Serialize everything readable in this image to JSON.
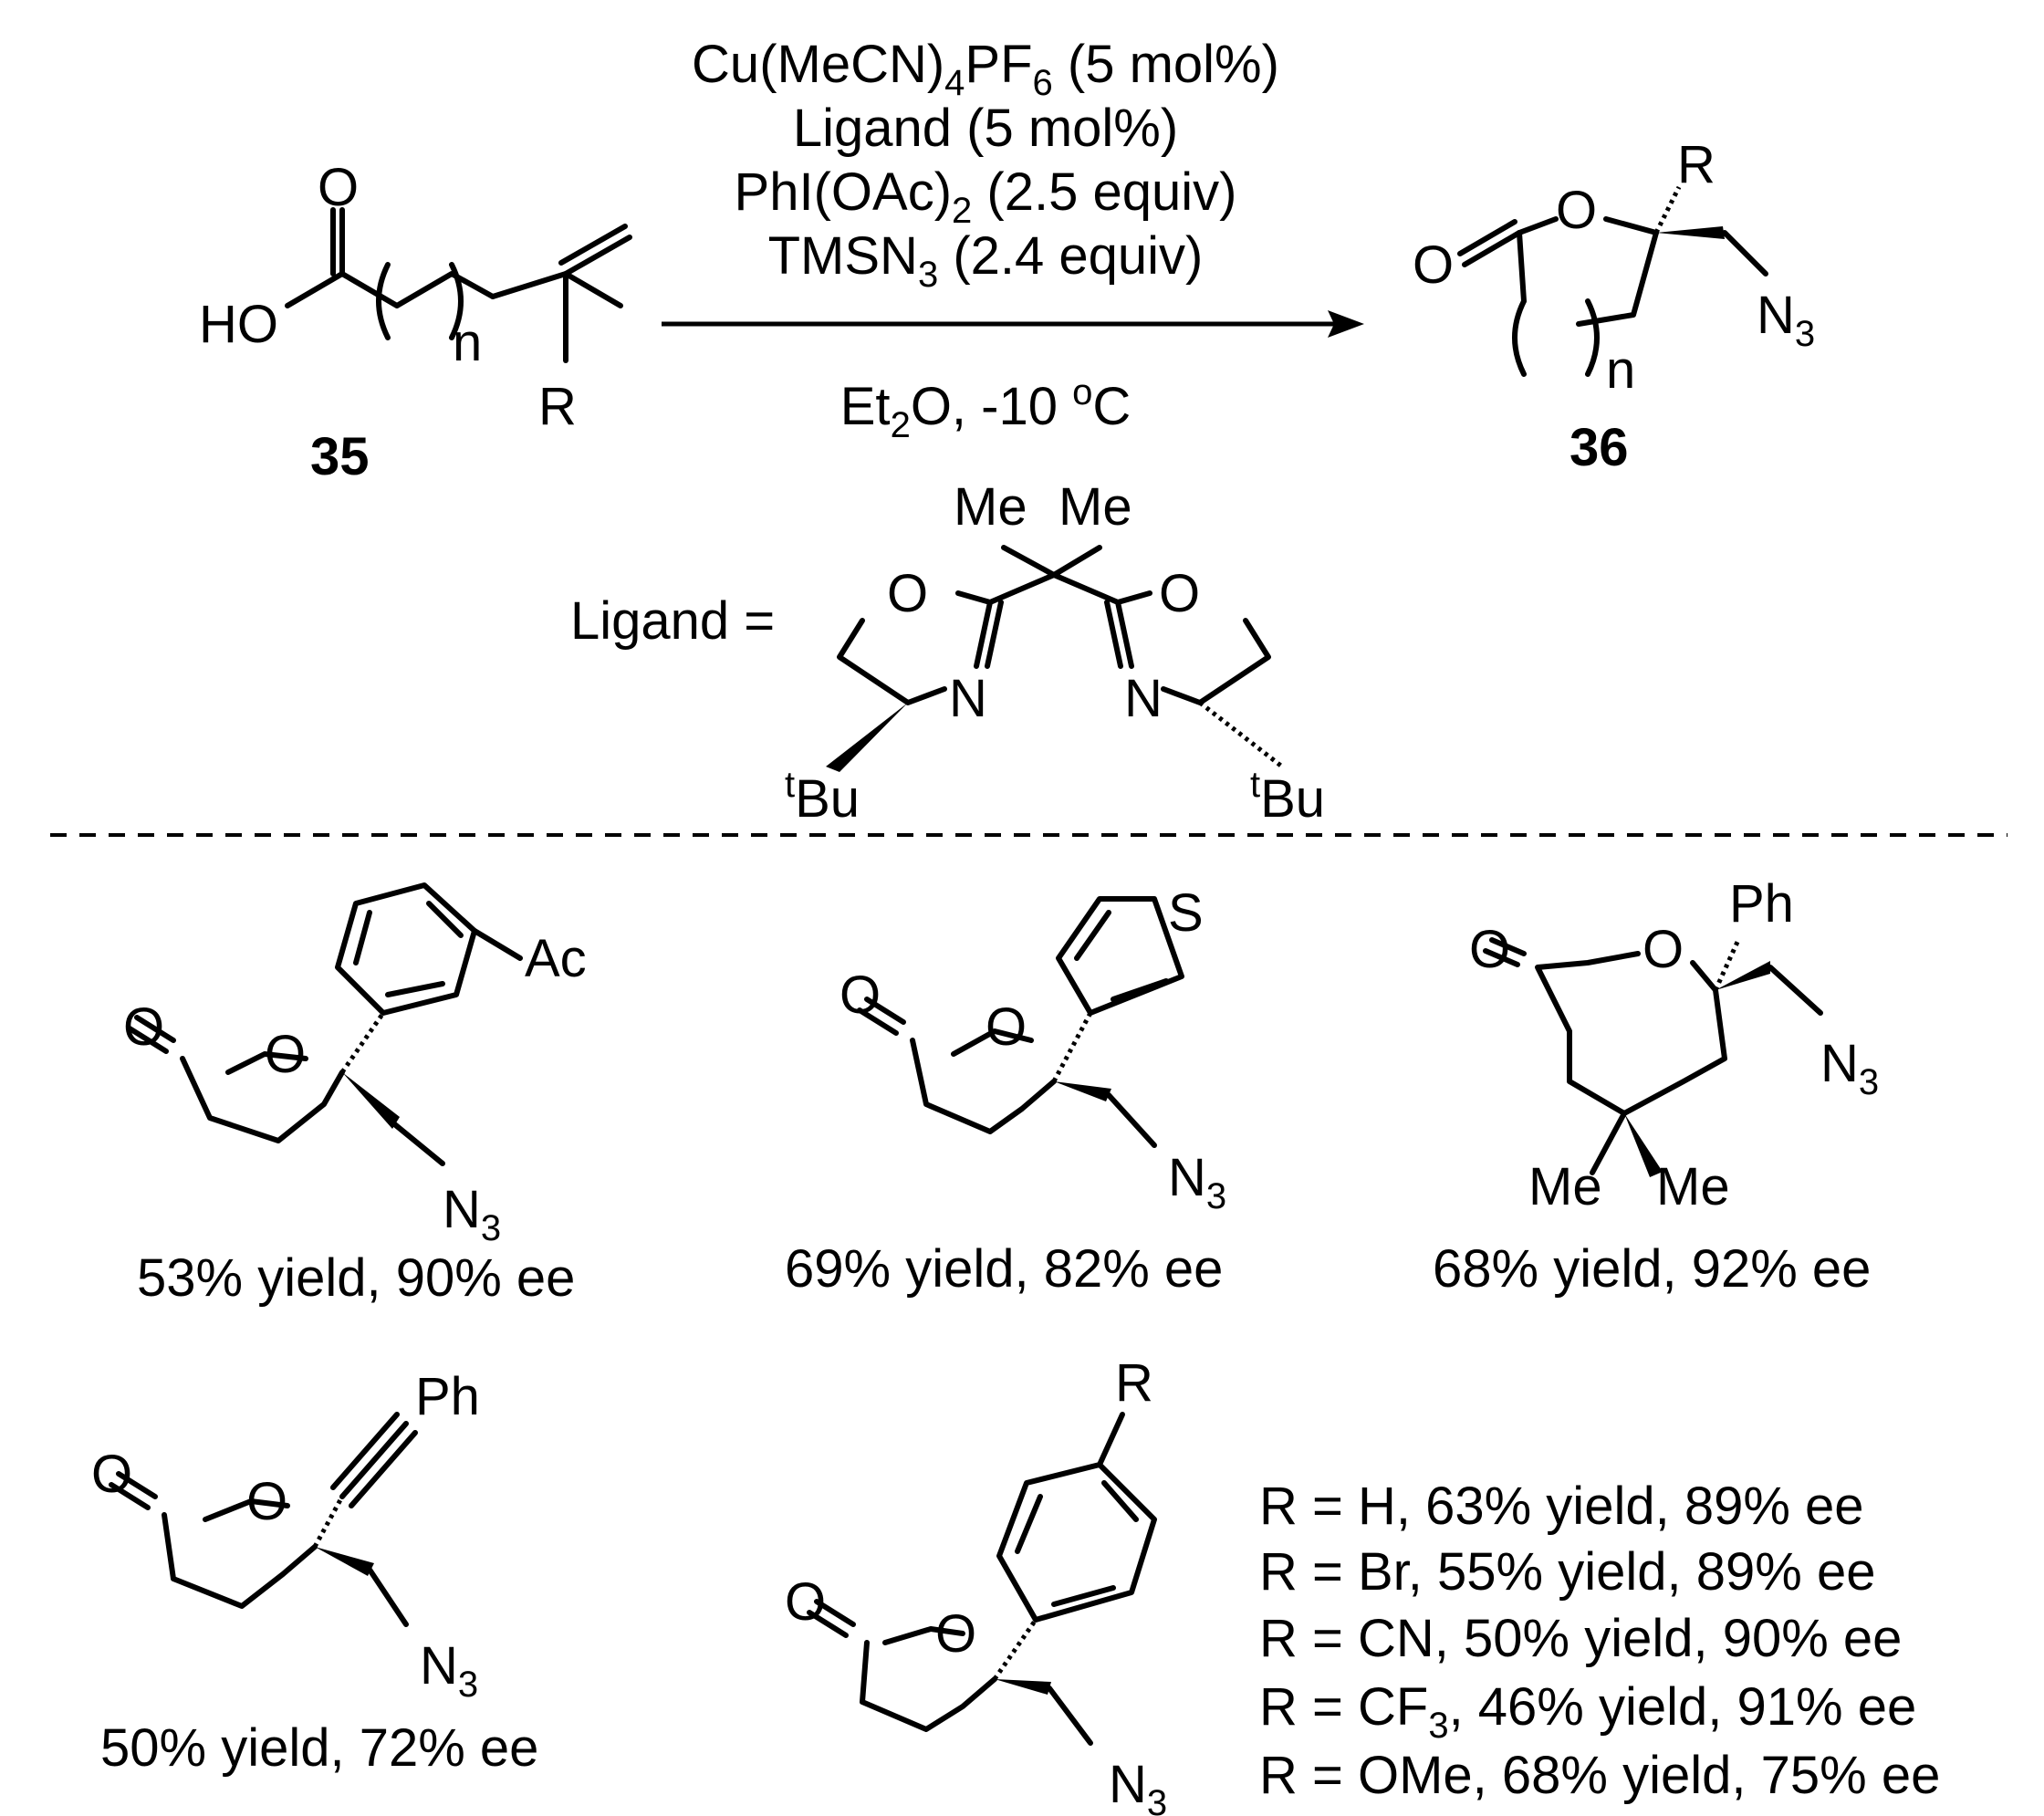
{
  "conditions": {
    "line1": {
      "a": "Cu(MeCN)",
      "sub": "4",
      "b": "PF",
      "sub2": "6",
      "c": " (5 mol%)"
    },
    "line2": "Ligand (5 mol%)",
    "line3": {
      "a": "PhI(OAc)",
      "sub": "2",
      "b": " (2.5 equiv)"
    },
    "line4": {
      "a": "TMSN",
      "sub": "3",
      "b": " (2.4 equiv)"
    },
    "line5": {
      "a": "Et",
      "sub": "2",
      "b": "O, -10 ",
      "sup": "o",
      "c": "C"
    }
  },
  "substrate": {
    "label": "35",
    "ho": "HO",
    "o": "O",
    "n": "n",
    "r": "R"
  },
  "product": {
    "label": "36",
    "o_carbonyl": "O",
    "o_ring": "O",
    "r": "R",
    "n3": "N",
    "n3_sub": "3",
    "n": "n"
  },
  "ligand": {
    "prefix": "Ligand =",
    "me1": "Me",
    "me2": "Me",
    "o": "O",
    "n": "N",
    "tbu_sup": "t",
    "tbu": "Bu"
  },
  "examples": [
    {
      "result": "53% yield, 90% ee",
      "substituent": "Ac"
    },
    {
      "result": "69% yield, 82% ee",
      "substituent": "S"
    },
    {
      "result": "68% yield, 92% ee",
      "substituent": "Ph",
      "me1": "Me",
      "me2": "Me"
    },
    {
      "result": "50% yield, 72% ee",
      "substituent": "Ph"
    }
  ],
  "series": {
    "substituent": "R",
    "rows": [
      {
        "r_label": "R = H",
        "result": ", 63% yield, 89% ee"
      },
      {
        "r_label": "R = Br",
        "result": ", 55% yield, 89% ee"
      },
      {
        "r_label": "R = CN",
        "result": ", 50% yield, 90% ee"
      },
      {
        "r_label": "R = CF",
        "sub": "3",
        "result": ", 46% yield, 91% ee"
      },
      {
        "r_label": "R = OMe",
        "result": ", 68% yield, 75% ee"
      }
    ]
  },
  "atoms": {
    "O": "O",
    "N": "N",
    "N3sub": "3"
  }
}
